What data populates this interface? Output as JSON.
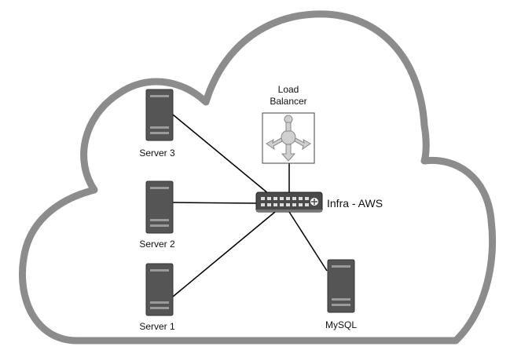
{
  "diagram": {
    "cloud_label": "Infra - AWS",
    "load_balancer": {
      "label_line1": "Load",
      "label_line2": "Balancer"
    },
    "servers": [
      {
        "label": "Server 3"
      },
      {
        "label": "Server 2"
      },
      {
        "label": "Server 1"
      }
    ],
    "database": {
      "label": "MySQL"
    },
    "colors": {
      "cloud_stroke": "#8c8c8c",
      "server_body": "#555555",
      "switch_body": "#4a4a4a",
      "lb_icon": "#d0d0d0",
      "line": "#000000"
    }
  }
}
